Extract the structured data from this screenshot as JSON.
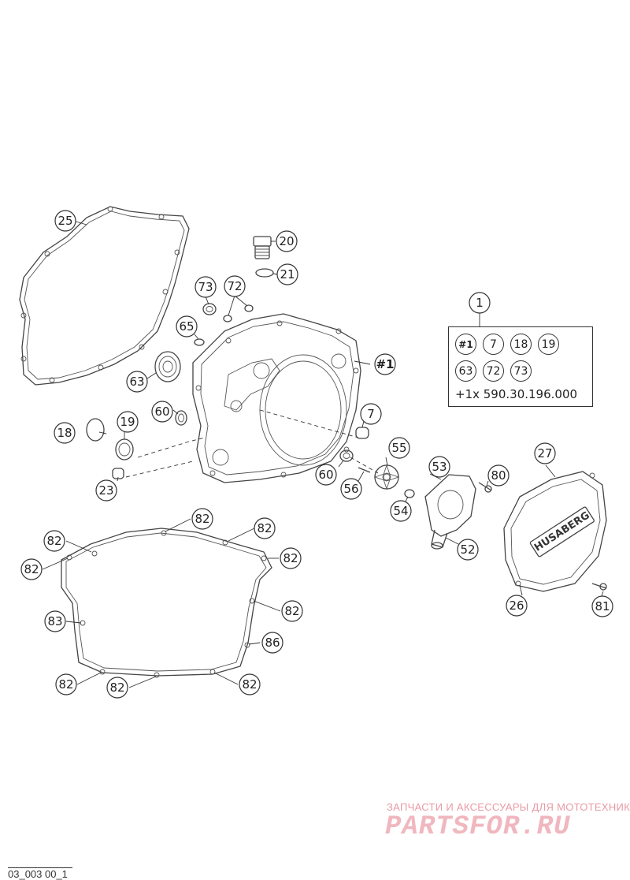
{
  "kit": {
    "number": "1",
    "contents": [
      "#1",
      "7",
      "18",
      "19",
      "63",
      "72",
      "73"
    ],
    "extra": "+1x 590.30.196.000"
  },
  "callouts": {
    "c25": "25",
    "c20": "20",
    "c21": "21",
    "c73": "73",
    "c72": "72",
    "c65": "65",
    "c63": "63",
    "c60a": "60",
    "c19": "19",
    "c18": "18",
    "c23": "23",
    "c7": "7",
    "c55": "55",
    "c60b": "60",
    "c56": "56",
    "c53": "53",
    "c80": "80",
    "c54": "54",
    "c52": "52",
    "c27": "27",
    "c26": "26",
    "c81": "81",
    "c1": "1",
    "h1": "#1",
    "g82a": "82",
    "g82b": "82",
    "g82c": "82",
    "g82d": "82",
    "g82e": "82",
    "g82f": "82",
    "g82g": "82",
    "g82h": "82",
    "g82i": "82",
    "g83": "83",
    "g86": "86"
  },
  "brand": {
    "cover_text": "HUSABERG"
  },
  "watermark": {
    "tagline": "ЗАПЧАСТИ И АКСЕССУАРЫ ДЛЯ МОТОТЕХНИКИ",
    "site": "PARTSFOR.RU"
  },
  "drawing_ref": "03_003 00_1"
}
